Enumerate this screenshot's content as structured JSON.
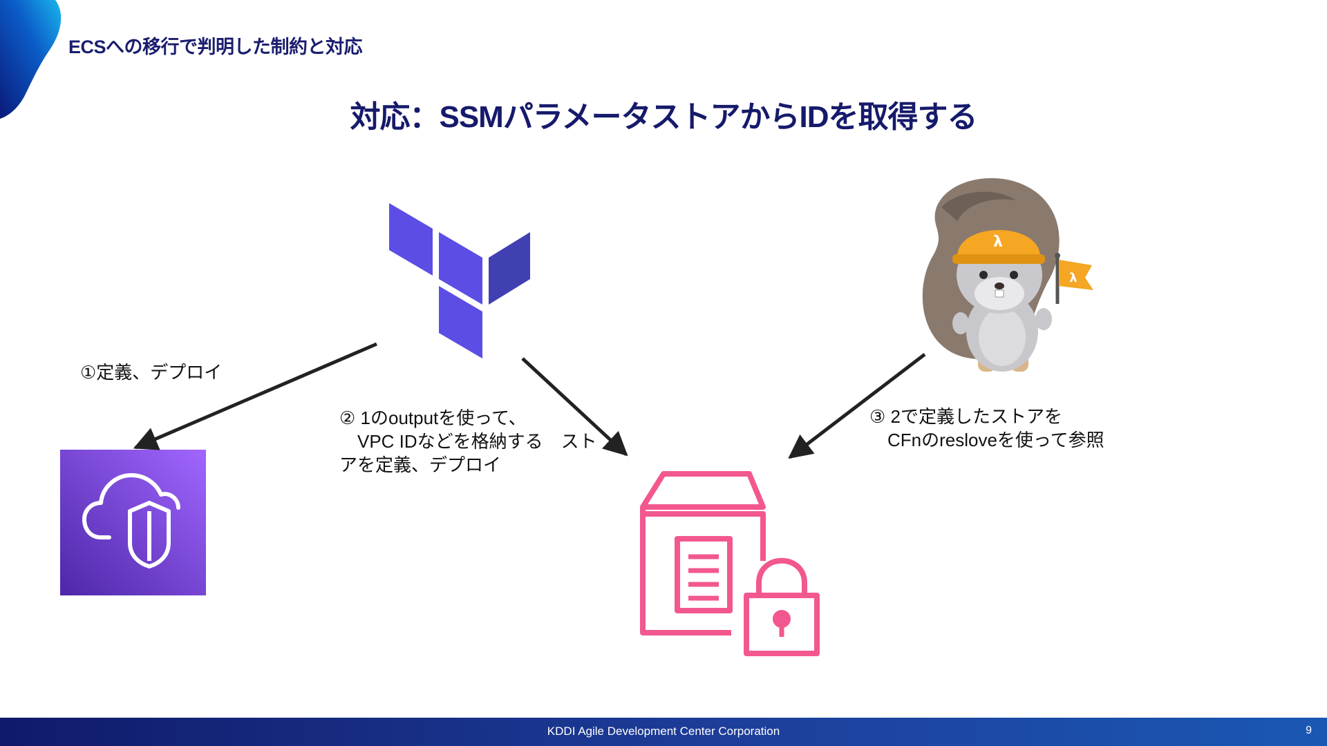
{
  "header": {
    "section_title": "ECSへの移行で判明した制約と対応"
  },
  "slide": {
    "title": "対応：SSMパラメータストアからIDを取得する"
  },
  "diagram": {
    "nodes": [
      {
        "id": "terraform",
        "icon": "terraform-logo-icon"
      },
      {
        "id": "vpc",
        "icon": "vpc-cloud-shield-icon"
      },
      {
        "id": "ssm",
        "icon": "ssm-parameter-store-icon"
      },
      {
        "id": "cfn",
        "icon": "aws-mascot-squirrel-icon"
      }
    ],
    "steps": [
      {
        "lines": [
          "①定義、デプロイ"
        ]
      },
      {
        "lines": [
          "② 1のoutputを使って、",
          "　VPC IDなどを格納する　スト",
          "アを定義、デプロイ"
        ]
      },
      {
        "lines": [
          "③ 2で定義したストアを",
          "　CFnのresloveを使って参照"
        ]
      }
    ]
  },
  "footer": {
    "company": "KDDI Agile Development Center Corporation",
    "page_number": "9"
  },
  "colors": {
    "title": "#161a6b",
    "terraform": "#5c4ee5",
    "vpc": "#7b3fe4",
    "ssm": "#f2588f",
    "footer": "#132a80"
  }
}
